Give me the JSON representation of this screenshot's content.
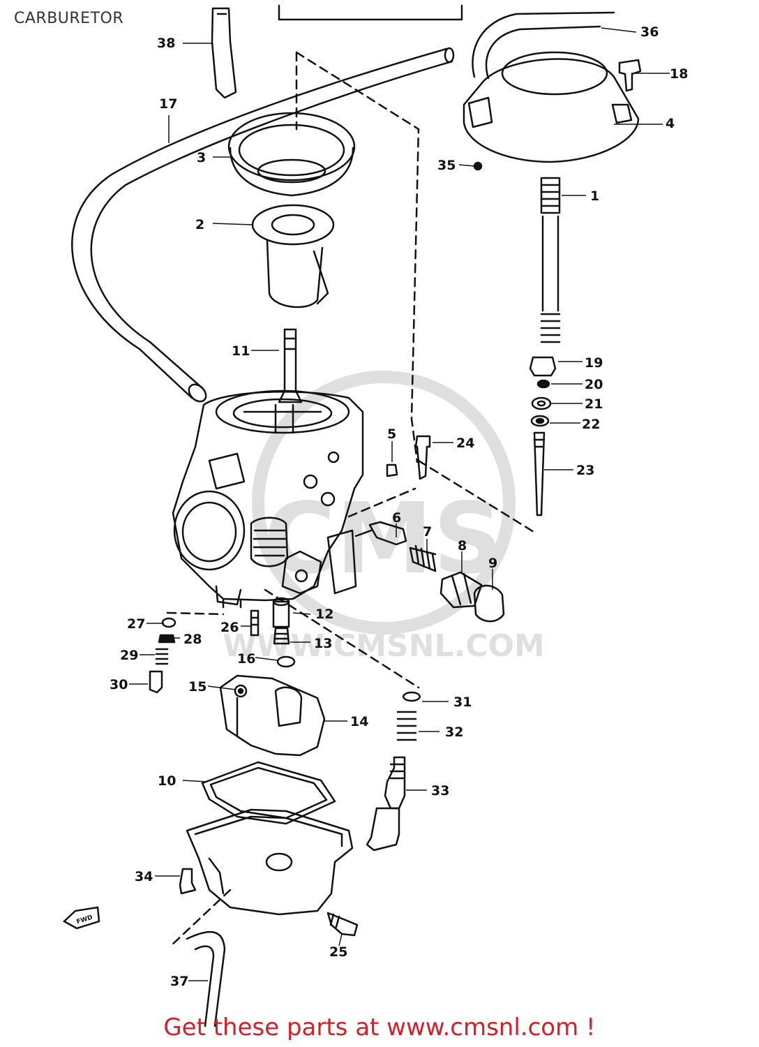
{
  "page": {
    "title": "CARBURETOR"
  },
  "footer": {
    "text": "Get these parts at www.cmsnl.com !"
  },
  "watermark": {
    "brand": "CMS",
    "url": "WWW.CMSNL.COM"
  },
  "direction_marker": {
    "text": "FWD"
  },
  "callouts": [
    {
      "id": "38",
      "label": "38"
    },
    {
      "id": "36",
      "label": "36"
    },
    {
      "id": "18",
      "label": "18"
    },
    {
      "id": "17",
      "label": "17"
    },
    {
      "id": "4",
      "label": "4"
    },
    {
      "id": "3",
      "label": "3"
    },
    {
      "id": "35",
      "label": "35"
    },
    {
      "id": "1",
      "label": "1"
    },
    {
      "id": "2",
      "label": "2"
    },
    {
      "id": "11",
      "label": "11"
    },
    {
      "id": "19",
      "label": "19"
    },
    {
      "id": "20",
      "label": "20"
    },
    {
      "id": "21",
      "label": "21"
    },
    {
      "id": "22",
      "label": "22"
    },
    {
      "id": "5",
      "label": "5"
    },
    {
      "id": "24",
      "label": "24"
    },
    {
      "id": "23",
      "label": "23"
    },
    {
      "id": "6",
      "label": "6"
    },
    {
      "id": "7",
      "label": "7"
    },
    {
      "id": "8",
      "label": "8"
    },
    {
      "id": "9",
      "label": "9"
    },
    {
      "id": "12",
      "label": "12"
    },
    {
      "id": "27",
      "label": "27"
    },
    {
      "id": "26",
      "label": "26"
    },
    {
      "id": "28",
      "label": "28"
    },
    {
      "id": "13",
      "label": "13"
    },
    {
      "id": "29",
      "label": "29"
    },
    {
      "id": "16",
      "label": "16"
    },
    {
      "id": "30",
      "label": "30"
    },
    {
      "id": "15",
      "label": "15"
    },
    {
      "id": "31",
      "label": "31"
    },
    {
      "id": "14",
      "label": "14"
    },
    {
      "id": "32",
      "label": "32"
    },
    {
      "id": "10",
      "label": "10"
    },
    {
      "id": "33",
      "label": "33"
    },
    {
      "id": "34",
      "label": "34"
    },
    {
      "id": "25",
      "label": "25"
    },
    {
      "id": "37",
      "label": "37"
    }
  ]
}
